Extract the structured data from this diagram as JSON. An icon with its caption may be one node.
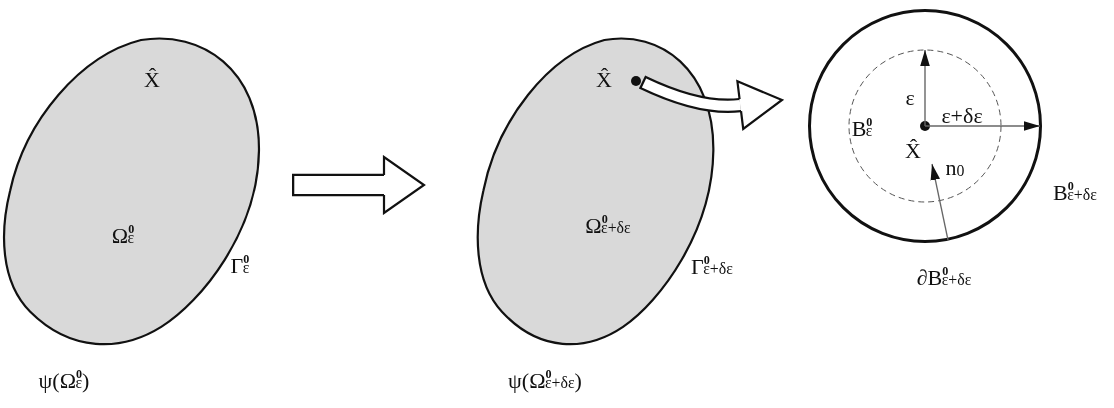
{
  "diagram": {
    "nodes": [
      {
        "text": [
          "Ω$^{0}$$_{ε}$"
        ],
        "beside": [
          "Γ$^{0}$$_{ε}$",
          "ψ(Ω$^{0}$$_{ε}$)"
        ]
      },
      {
        "text": [
          "Ω$^{0}$$_{ε+δε}$"
        ],
        "beside": [
          "Γ$^{0}$$_{ε+δε}$",
          "ψ(Ω$^{0}$$_{ε+δε}$)"
        ]
      },
      {
        "text": [],
        "shape": "circle",
        "in": 1
      },
      {
        "text": [],
        "shape": "circle",
        "beside": [
          "B$^{0}$$_{ε+δε}$",
          "∂B$^{0}$$_{ε+δε}$"
        ]
      },
      {
        "text": [
          "B$^{0}$$_{ε}$"
        ],
        "in": 3
      },
      {
        "text": [],
        "shape": "circle",
        "in": 4
      }
    ],
    "edges": [
      {
        "from": 0,
        "to": 1,
        "arrow": "to",
        "style": "thick"
      },
      {
        "from": 2,
        "to": 3,
        "arrow": "to",
        "style": "thick"
      },
      {
        "from": 5,
        "to": 4,
        "arrow": "to",
        "label": "ε",
        "color": "#666666"
      },
      {
        "from": 5,
        "to": 3,
        "arrow": "to",
        "label": "ε+δε",
        "color": "#666666"
      }
    ],
    "labels": [
      "X̂",
      "X̂",
      "X̂",
      "n$_{0}$"
    ]
  }
}
